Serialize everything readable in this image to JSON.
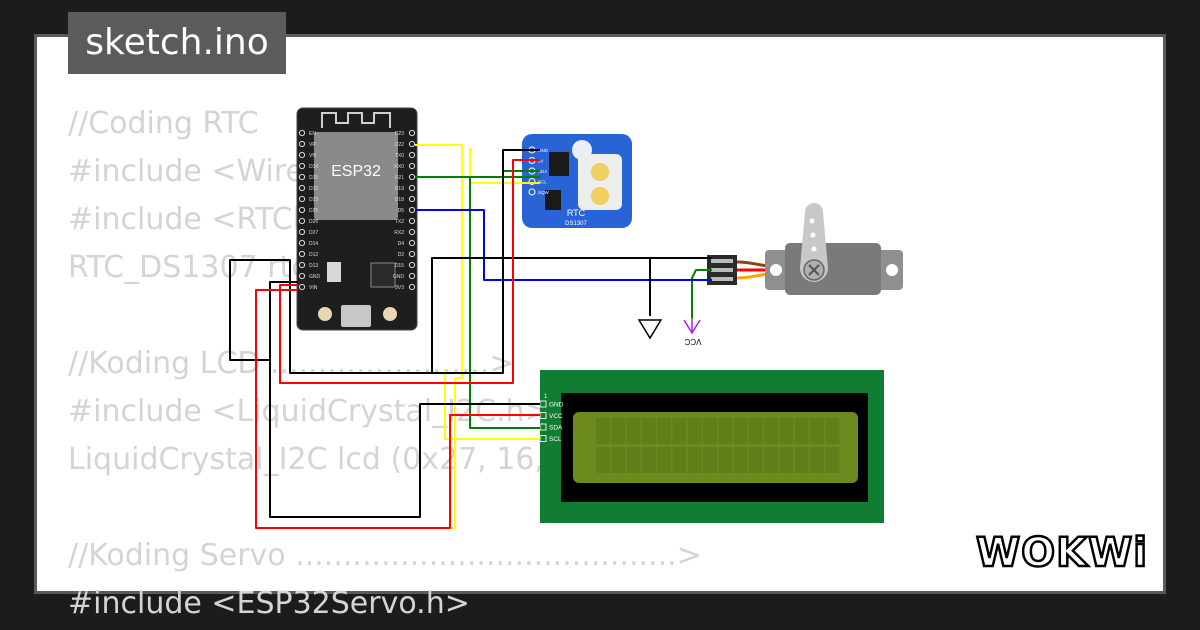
{
  "tab": {
    "filename": "sketch.ino"
  },
  "code_lines": [
    "//Coding RTC",
    "#include <Wire",
    "#include <RTClib",
    "RTC_DS1307 rtc",
    "",
    "//Koding LCD .......................>",
    "#include <LiquidCrystal_I2C.h>",
    "LiquidCrystal_I2C lcd (0x27, 16,",
    "",
    "//Koding Servo ........................................>",
    "#include <ESP32Servo.h>"
  ],
  "esp32": {
    "label": "ESP32",
    "pins_right": [
      "D23",
      "D22",
      "TX0",
      "RX0",
      "D21",
      "D19",
      "D18",
      "D5",
      "TX2",
      "RX2",
      "D4",
      "D2",
      "D15",
      "GND",
      "3V3"
    ],
    "pins_left": [
      "EN",
      "VP",
      "VN",
      "D34",
      "D35",
      "D32",
      "D33",
      "D25",
      "D26",
      "D27",
      "D14",
      "D12",
      "D13",
      "GND",
      "VIN"
    ]
  },
  "rtc": {
    "name": "RTC",
    "model": "DS1307",
    "pins": [
      "GND",
      "5V",
      "SDA",
      "SCL",
      "SQW"
    ]
  },
  "lcd": {
    "pin_marker": "1",
    "pins": [
      "GND",
      "VCC",
      "SDA",
      "SCL"
    ]
  },
  "power": {
    "vcc_label": "VCC"
  },
  "colors": {
    "wire_black": "#000000",
    "wire_red": "#ff0000",
    "wire_green": "#008000",
    "wire_yellow": "#ffff00",
    "wire_blue": "#0000ff",
    "pcb_blue": "#2864d6",
    "lcd_green": "#107d32",
    "lcd_screen": "#6c8a1e"
  },
  "brand": {
    "logo_text": "WOKWi"
  }
}
